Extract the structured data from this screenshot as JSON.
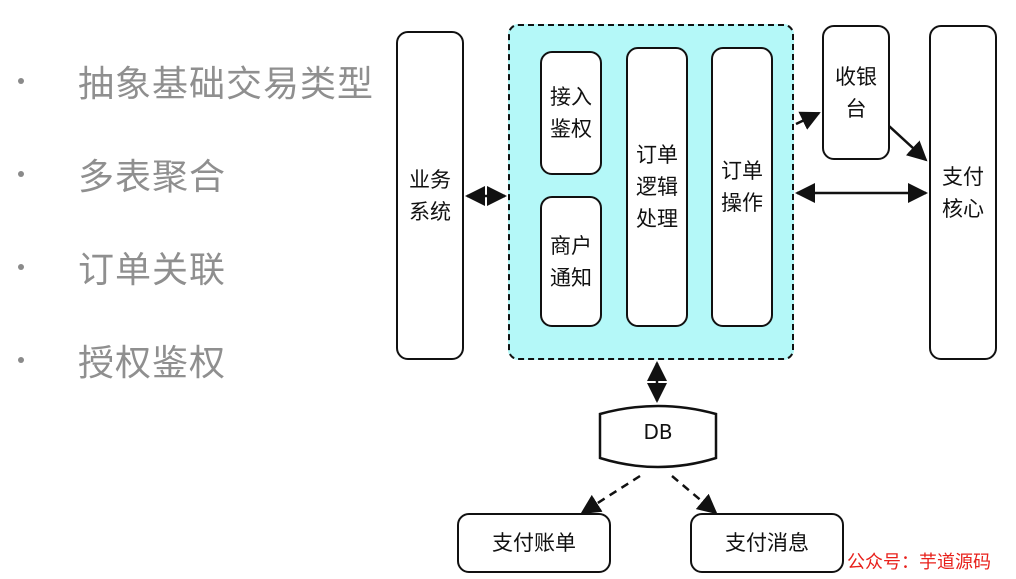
{
  "bullets": [
    "抽象基础交易类型",
    "多表聚合",
    "订单关联",
    "授权鉴权"
  ],
  "nodes": {
    "business_system": [
      "业务",
      "系统"
    ],
    "access_auth": [
      "接入",
      "鉴权"
    ],
    "merchant_notify": [
      "商户",
      "通知"
    ],
    "order_logic": [
      "订单",
      "逻辑",
      "处理"
    ],
    "order_operation": [
      "订单",
      "操作"
    ],
    "cashier": [
      "收银",
      "台"
    ],
    "payment_core": [
      "支付",
      "核心"
    ],
    "db": "DB",
    "payment_bill": "支付账单",
    "payment_message": "支付消息"
  },
  "watermark": "公众号：芋道源码",
  "colors": {
    "group_fill": "#b4f8f8",
    "bullet_text": "#8f8f8f",
    "watermark": "#e8201b"
  }
}
